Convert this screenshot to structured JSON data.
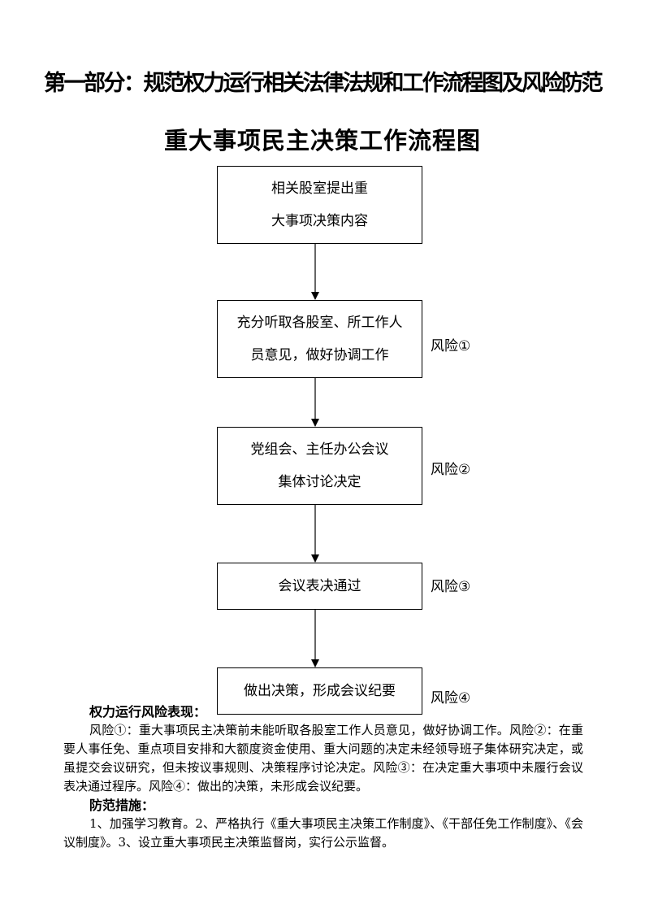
{
  "part_title": "第一部分：规范权力运行相关法律法规和工作流程图及风险防范",
  "chart_title": "重大事项民主决策工作流程图",
  "steps": [
    {
      "lines": [
        "相关股室提出重",
        "大事项决策内容"
      ],
      "risk": ""
    },
    {
      "lines": [
        "充分听取各股室、所工作人",
        "员意见，做好协调工作"
      ],
      "risk": "风险①"
    },
    {
      "lines": [
        "党组会、主任办公会议",
        "集体讨论决定"
      ],
      "risk": "风险②"
    },
    {
      "lines": [
        "会议表决通过"
      ],
      "risk": "风险③"
    },
    {
      "lines": [
        "做出决策，形成会议纪要"
      ],
      "risk": "风险④"
    }
  ],
  "risks_section": {
    "heading": "权力运行风险表现：",
    "text": "风险①：重大事项民主决策前未能听取各股室工作人员意见，做好协调工作。风险②：在重要人事任免、重点项目安排和大额度资金使用、重大问题的决定未经领导班子集体研究决定，或虽提交会议研究，但未按议事规则、决策程序讨论决定。风险③：在决定重大事项中未履行会议表决通过程序。风险④：做出的决策，未形成会议纪要。"
  },
  "measures_section": {
    "heading": "防范措施：",
    "text": "1、加强学习教育。2、严格执行《重大事项民主决策工作制度》、《干部任免工作制度》、《会议制度》。3、设立重大事项民主决策监督岗，实行公示监督。"
  }
}
